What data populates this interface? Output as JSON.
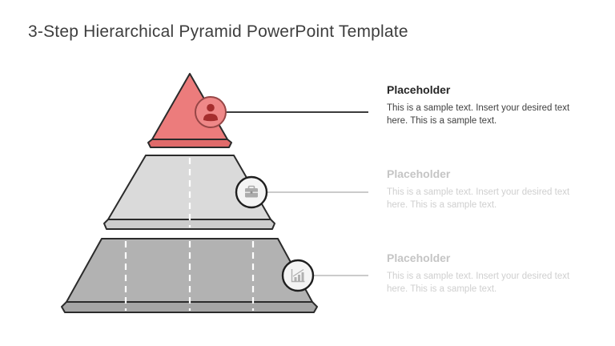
{
  "title": "3-Step Hierarchical Pyramid PowerPoint Template",
  "colors": {
    "accent_red": "#ec7c7c",
    "accent_red_shadow": "#e06a6a",
    "circle_red_fill": "#ef8888",
    "circle_red_border": "#974646",
    "icon_red": "#a52e2e",
    "tier2_fill": "#dadada",
    "tier2_shadow": "#cdcdcd",
    "tier3_fill": "#b2b2b2",
    "tier3_shadow": "#a5a5a5",
    "outline_dark": "#2b2b2b",
    "connector_active": "#3c3c3c",
    "connector_muted": "#cbcbcb",
    "circle_gray_fill": "#f4f4f4",
    "icon_gray": "#ababab",
    "title_text": "#3e3e3e",
    "label_active": "#262626",
    "body_active": "#404040",
    "label_muted": "#c5c5c5",
    "body_muted": "#cfcfcf"
  },
  "steps": [
    {
      "label": "Placeholder",
      "description": "This is a sample text. Insert your desired text here. This is a sample text.",
      "icon": "person-icon",
      "state": "active"
    },
    {
      "label": "Placeholder",
      "description": "This is a sample text. Insert your desired text here. This is a sample text.",
      "icon": "briefcase-icon",
      "state": "muted"
    },
    {
      "label": "Placeholder",
      "description": "This is a sample text. Insert your desired text here. This is a sample text.",
      "icon": "bar-chart-icon",
      "state": "muted"
    }
  ]
}
